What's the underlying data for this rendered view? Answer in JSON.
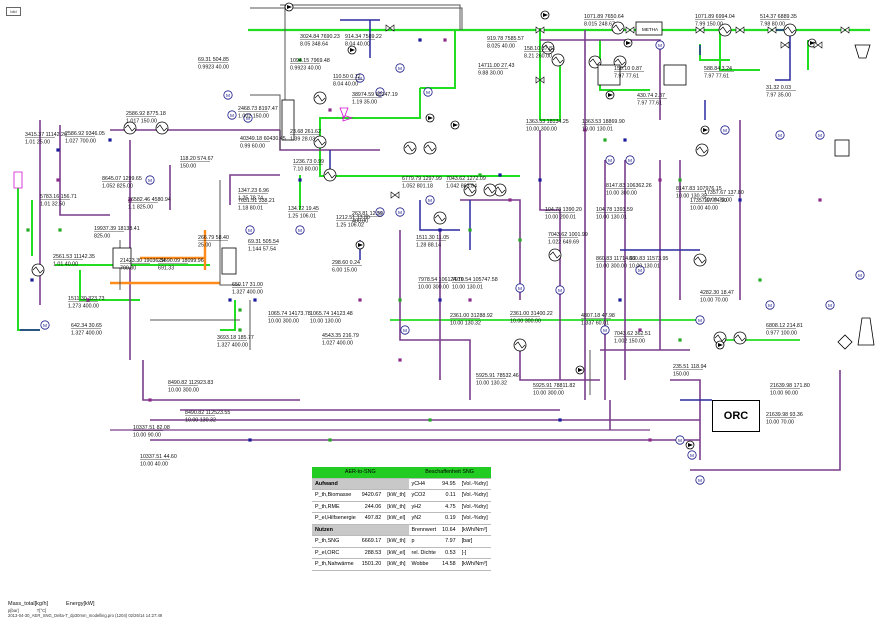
{
  "diagram": {
    "mini_label": "bild",
    "orc_label": "ORC",
    "stream_labels": [
      {
        "a": "3415.37",
        "b": "11142.26",
        "c": "1.01",
        "d": "25.00"
      },
      {
        "a": "5783.16",
        "b": "156.71",
        "c": "1.01",
        "d": "32.50"
      },
      {
        "a": "2586.92",
        "b": "9346.05",
        "c": "1.027",
        "d": "700.00"
      },
      {
        "a": "2586.92",
        "b": "8775.18",
        "c": "1.017",
        "d": "150.00"
      },
      {
        "a": "69.31",
        "b": "504.85",
        "c": "0.9923",
        "d": "40.00"
      },
      {
        "a": "3024.84",
        "b": "7690.23",
        "c": "8.05",
        "d": "348.64"
      },
      {
        "a": "914.34",
        "b": "7589.22",
        "c": "8.04",
        "d": "40.00"
      },
      {
        "a": "1094.15",
        "b": "7969.48",
        "c": "0.9923",
        "d": "40.00"
      },
      {
        "a": "110.50",
        "b": "0.12",
        "c": "8.04",
        "d": "40.00"
      },
      {
        "a": "2468.73",
        "b": "8197.47",
        "c": "1.002",
        "d": "150.00"
      },
      {
        "a": "38974.59",
        "b": "60247.19",
        "c": "1.19",
        "d": "35.00"
      },
      {
        "a": "40349.18",
        "b": "60430.45",
        "c": "0.99",
        "d": "60.00"
      },
      {
        "a": "23.68",
        "b": "261.62",
        "c": "1.39",
        "d": "28.03"
      },
      {
        "a": "118.20",
        "b": "574.67",
        "c": "",
        "d": "150.00"
      },
      {
        "a": "1236.73",
        "b": "0.99",
        "c": "7.10",
        "d": "80.00"
      },
      {
        "a": "8645.07",
        "b": "1299.65",
        "c": "1.052",
        "d": "825.00"
      },
      {
        "a": "1347.23",
        "b": "6.96",
        "c": "1.25",
        "d": "78.74"
      },
      {
        "a": "7631.51",
        "b": "338.21",
        "c": "1.18",
        "d": "80.01"
      },
      {
        "a": "26582.46",
        "b": "4580.94",
        "c": "1.1",
        "d": "825.00"
      },
      {
        "a": "19937.39",
        "b": "18138.41",
        "c": "",
        "d": "825.00"
      },
      {
        "a": "266.79",
        "b": "58.40",
        "c": "",
        "d": "25.00"
      },
      {
        "a": "21423.30",
        "b": "19036.34",
        "c": "",
        "d": "700.00"
      },
      {
        "a": "21590.09",
        "b": "18099.96",
        "c": "",
        "d": "691.33"
      },
      {
        "a": "69.31",
        "b": "505.54",
        "c": "1.144",
        "d": "57.54"
      },
      {
        "a": "2561.53",
        "b": "11142.35",
        "c": "1.01",
        "d": "40.00"
      },
      {
        "a": "650.17",
        "b": "31.00",
        "c": "1.327",
        "d": "400.00"
      },
      {
        "a": "1511.30",
        "b": "323.73",
        "c": "1.273",
        "d": "400.00"
      },
      {
        "a": "642.34",
        "b": "30.65",
        "c": "1.327",
        "d": "400.00"
      },
      {
        "a": "3693.18",
        "b": "185.77",
        "c": "1.327",
        "d": "400.00"
      },
      {
        "a": "1065.74",
        "b": "14173.78",
        "c": "10.00",
        "d": "300.00"
      },
      {
        "a": "1065.74",
        "b": "14123.48",
        "c": "10.00",
        "d": "130.00"
      },
      {
        "a": "14711.00",
        "b": "27.43",
        "c": "9.88",
        "d": "30.00"
      },
      {
        "a": "919.78",
        "b": "7585.57",
        "c": "8.025",
        "d": "40.00"
      },
      {
        "a": "158.10",
        "b": "37.81",
        "c": "8.21",
        "d": "260.00"
      },
      {
        "a": "1071.89",
        "b": "7650.64",
        "c": "8.015",
        "d": "248.67"
      },
      {
        "a": "1071.89",
        "b": "6994.04",
        "c": "7.99",
        "d": "150.00"
      },
      {
        "a": "514.37",
        "b": "6889.35",
        "c": "7.98",
        "d": "80.00"
      },
      {
        "a": "158.10",
        "b": "0.87",
        "c": "7.97",
        "d": "77.61"
      },
      {
        "a": "588.84",
        "b": "3.24",
        "c": "7.97",
        "d": "77.61"
      },
      {
        "a": "430.74",
        "b": "2.37",
        "c": "7.97",
        "d": "77.61"
      },
      {
        "a": "31.32",
        "b": "0.03",
        "c": "7.97",
        "d": "35.00"
      },
      {
        "a": "1363.53",
        "b": "18134.25",
        "c": "10.00",
        "d": "300.00"
      },
      {
        "a": "1363.53",
        "b": "18869.90",
        "c": "10.00",
        "d": "130.01"
      },
      {
        "a": "6779.79",
        "b": "1297.99",
        "c": "1.052",
        "d": "801.18"
      },
      {
        "a": "7043.62",
        "b": "1272.09",
        "c": "1.042",
        "d": "863.84"
      },
      {
        "a": "134.72",
        "b": "19.45",
        "c": "1.25",
        "d": "106.01"
      },
      {
        "a": "1212.51",
        "b": "13.80",
        "c": "1.25",
        "d": "106.02"
      },
      {
        "a": "263.81",
        "b": "12.59",
        "c": "",
        "d": "400.00"
      },
      {
        "a": "298.60",
        "b": "0.24",
        "c": "6.00",
        "d": "15.00"
      },
      {
        "a": "1511.30",
        "b": "11.05",
        "c": "1.28",
        "d": "88.14"
      },
      {
        "a": "7978.54",
        "b": "106124.16",
        "c": "10.00",
        "d": "300.00"
      },
      {
        "a": "7979.54",
        "b": "105747.58",
        "c": "10.00",
        "d": "130.01"
      },
      {
        "a": "104.78",
        "b": "1390.20",
        "c": "10.00",
        "d": "200.01"
      },
      {
        "a": "7043.62",
        "b": "1001.99",
        "c": "1.022",
        "d": "649.69"
      },
      {
        "a": "8147.83",
        "b": "106362.26",
        "c": "10.00",
        "d": "300.00"
      },
      {
        "a": "104.78",
        "b": "1393.59",
        "c": "10.00",
        "d": "130.01"
      },
      {
        "a": "860.83",
        "b": "11714.63",
        "c": "10.00",
        "d": "300.00"
      },
      {
        "a": "860.83",
        "b": "11573.95",
        "c": "10.00",
        "d": "130.01"
      },
      {
        "a": "8147.83",
        "b": "107976.15",
        "c": "10.00",
        "d": "130.32"
      },
      {
        "a": "17357.67",
        "b": "137.80",
        "c": "10.00",
        "d": "70.00"
      },
      {
        "a": "17357.67",
        "b": "74.90",
        "c": "10.00",
        "d": "40.00"
      },
      {
        "a": "4282.30",
        "b": "18.47",
        "c": "10.00",
        "d": "70.00"
      },
      {
        "a": "4543.35",
        "b": "216.79",
        "c": "1.027",
        "d": "400.00"
      },
      {
        "a": "2361.00",
        "b": "31288.92",
        "c": "10.00",
        "d": "130.32"
      },
      {
        "a": "2361.00",
        "b": "31400.22",
        "c": "10.00",
        "d": "300.00"
      },
      {
        "a": "4807.18",
        "b": "47.98",
        "c": "1.337",
        "d": "60.01"
      },
      {
        "a": "7043.62",
        "b": "362.51",
        "c": "1.002",
        "d": "150.00"
      },
      {
        "a": "6808.12",
        "b": "214.81",
        "c": "0.977",
        "d": "100.00"
      },
      {
        "a": "5925.91",
        "b": "78532.46",
        "c": "10.00",
        "d": "130.32"
      },
      {
        "a": "5925.91",
        "b": "78811.82",
        "c": "10.00",
        "d": "300.00"
      },
      {
        "a": "235.51",
        "b": "118.94",
        "c": "",
        "d": "150.00"
      },
      {
        "a": "8490.82",
        "b": "112923.83",
        "c": "10.00",
        "d": "300.00"
      },
      {
        "a": "8490.82",
        "b": "112523.55",
        "c": "10.00",
        "d": "130.32"
      },
      {
        "a": "21639.98",
        "b": "171.80",
        "c": "10.00",
        "d": "90.00"
      },
      {
        "a": "21639.98",
        "b": "93.36",
        "c": "10.00",
        "d": "70.00"
      },
      {
        "a": "10337.51",
        "b": "82.08",
        "c": "10.00",
        "d": "90.00"
      },
      {
        "a": "10337.51",
        "b": "44.60",
        "c": "10.00",
        "d": "40.00"
      }
    ],
    "small_tags": [
      "METHA"
    ]
  },
  "legend": {
    "left_header": "AER-to-SNG",
    "right_header": "Beschaffenheit SNG",
    "section_aufwand": "Aufwand",
    "section_nutzen": "Nutzen",
    "left_rows": [
      {
        "name": "P_th,Biomasse",
        "value": "9420.67",
        "unit": "[kW_th]"
      },
      {
        "name": "P_th,RME",
        "value": "244.06",
        "unit": "[kW_th]"
      },
      {
        "name": "P_el,Hilfsenergie",
        "value": "497.82",
        "unit": "[kW_el]"
      },
      {
        "name": "P_th,SNG",
        "value": "6669.17",
        "unit": "[kW_th]"
      },
      {
        "name": "P_el,ORC",
        "value": "288.53",
        "unit": "[kW_el]"
      },
      {
        "name": "P_th,Nahwärme",
        "value": "1501.20",
        "unit": "[kW_th]"
      }
    ],
    "right_rows": [
      {
        "name": "yCH4",
        "value": "94.95",
        "unit": "[Vol.-%dry]"
      },
      {
        "name": "yCO2",
        "value": "0.11",
        "unit": "[Vol.-%dry]"
      },
      {
        "name": "yH2",
        "value": "4.75",
        "unit": "[Vol.-%dry]"
      },
      {
        "name": "yN2",
        "value": "0.19",
        "unit": "[Vol.-%dry]"
      },
      {
        "name": "Brennwert",
        "value": "10.64",
        "unit": "[kWh/Nm³]"
      },
      {
        "name": "p",
        "value": "7.97",
        "unit": "[bar]"
      },
      {
        "name": "rel. Dichte",
        "value": "0.53",
        "unit": "[-]"
      },
      {
        "name": "Wobbe",
        "value": "14.58",
        "unit": "[kWh/Nm³]"
      }
    ]
  },
  "footer": {
    "mass_label": "Mass_total[kg/h]",
    "energy_label": "Energy[kW]",
    "sub_left": "p[bar]",
    "sub_right": "T[°C]",
    "path": "2013-04-30_AER_SNG_Delta-T_dp30mm_modelling.pro (1204) 02/26/14 14:27:49"
  },
  "colors": {
    "gas": "#22dd22",
    "flue": "#7a3d8c",
    "water": "#2a2aa0",
    "steam": "#ff8c1a",
    "pipe": "#555555",
    "legend_header": "#22cc22",
    "valve": "#d010d0"
  }
}
